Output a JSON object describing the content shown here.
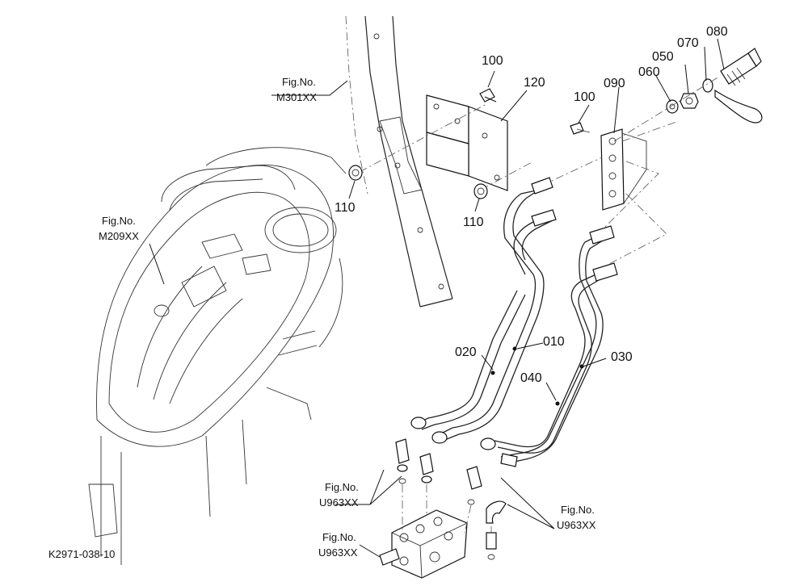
{
  "diagram": {
    "drawing_code": "K2971-038-10",
    "colors": {
      "line": "#222222",
      "background": "#ffffff"
    },
    "part_labels": [
      "010",
      "020",
      "030",
      "040",
      "050",
      "060",
      "070",
      "080",
      "090",
      "100",
      "110",
      "120"
    ],
    "references": [
      {
        "fig_label": "Fig.No.",
        "fig_code": "M301XX"
      },
      {
        "fig_label": "Fig.No.",
        "fig_code": "M209XX"
      },
      {
        "fig_label": "Fig.No.",
        "fig_code": "U963XX"
      },
      {
        "fig_label": "Fig.No.",
        "fig_code": "U963XX"
      },
      {
        "fig_label": "Fig.No.",
        "fig_code": "U963XX"
      }
    ]
  }
}
